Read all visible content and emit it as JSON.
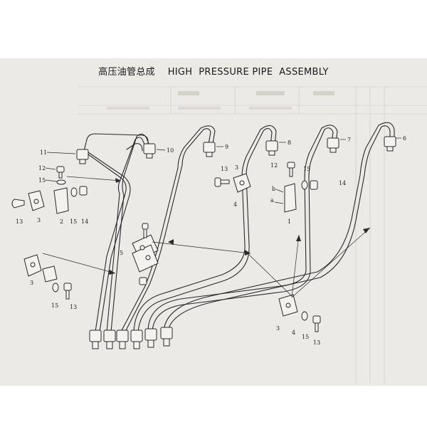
{
  "title": "高压油管总成    HIGH  PRESSURE PIPE  ASSEMBLY",
  "labels": {
    "l11": "11",
    "l10": "10",
    "l9": "9",
    "l8": "8",
    "l7": "7",
    "l6": "6",
    "l12a": "12",
    "l15a": "15",
    "l13a": "13",
    "l3a": "3",
    "l2": "2",
    "l15b": "15",
    "l14a": "14",
    "l13b": "13",
    "l3b": "3",
    "l4a": "4",
    "l12b": "12",
    "l15c": "15",
    "l14b": "14",
    "la": "a",
    "lb": "b",
    "l1": "1",
    "l5": "5",
    "l3c": "3",
    "l15d": "15",
    "l13c": "13",
    "l3d": "3",
    "l4b": "4",
    "l15e": "15",
    "l13d": "13"
  },
  "colors": {
    "ink": "#2a2a2a",
    "paper": "#eceae6",
    "ghost": "#b9b6b0"
  }
}
